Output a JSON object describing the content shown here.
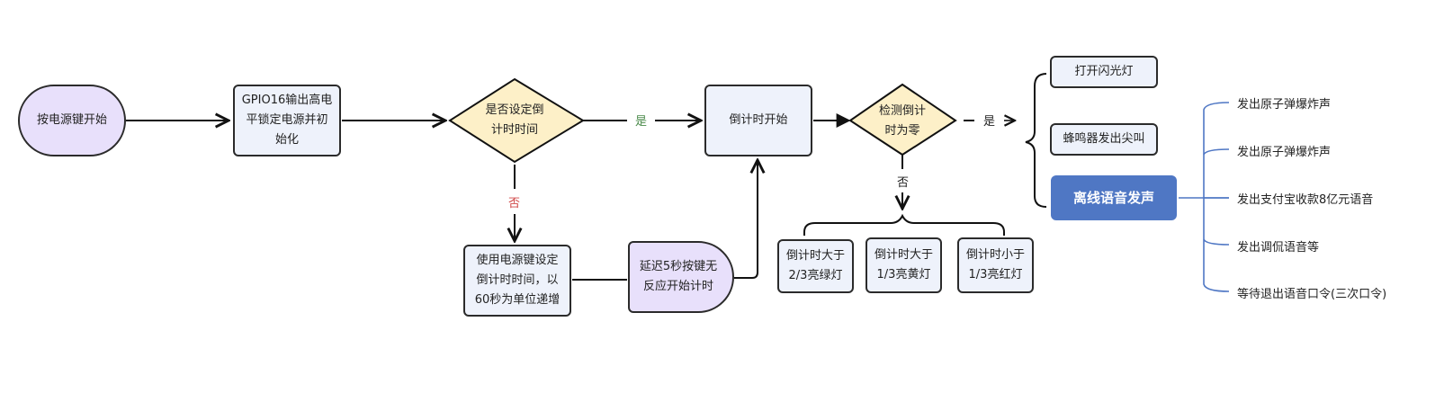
{
  "diagram": {
    "type": "flowchart",
    "nodes": {
      "start": "按电源键开始",
      "gpio": [
        "GPIO16输出高电",
        "平锁定电源并初",
        "始化"
      ],
      "decision_set": [
        "是否设定倒",
        "计时时间"
      ],
      "countdown_start": "倒计时开始",
      "decision_zero": [
        "检测倒计",
        "时为零"
      ],
      "set_time": [
        "使用电源键设定",
        "倒计时时间，以",
        "60秒为单位递增"
      ],
      "delay": [
        "延迟5秒按键无",
        "反应开始计时"
      ],
      "flash": "打开闪光灯",
      "buzzer": "蜂鸣器发出尖叫",
      "voice": "离线语音发声",
      "green": [
        "倒计时大于",
        "2/3亮绿灯"
      ],
      "yellow": [
        "倒计时大于",
        "1/3亮黄灯"
      ],
      "red": [
        "倒计时小于",
        "1/3亮红灯"
      ]
    },
    "edge_labels": {
      "yes1": "是",
      "no1": "否",
      "yes2": "是",
      "no2": "否"
    },
    "voice_options": [
      "发出原子弹爆炸声",
      "发出原子弹爆炸声",
      "发出支付宝收款8亿元语音",
      "发出调侃语音等",
      "等待退出语音口令(三次口令)"
    ],
    "colors": {
      "terminal_fill": "#e8e0fb",
      "process_fill": "#eef2fb",
      "decision_fill": "#fdf0c8",
      "voice_fill": "#4f77c4",
      "yes_color": "#4a8a4a",
      "no_color": "#d04848",
      "branch_line": "#4f77c4"
    }
  }
}
